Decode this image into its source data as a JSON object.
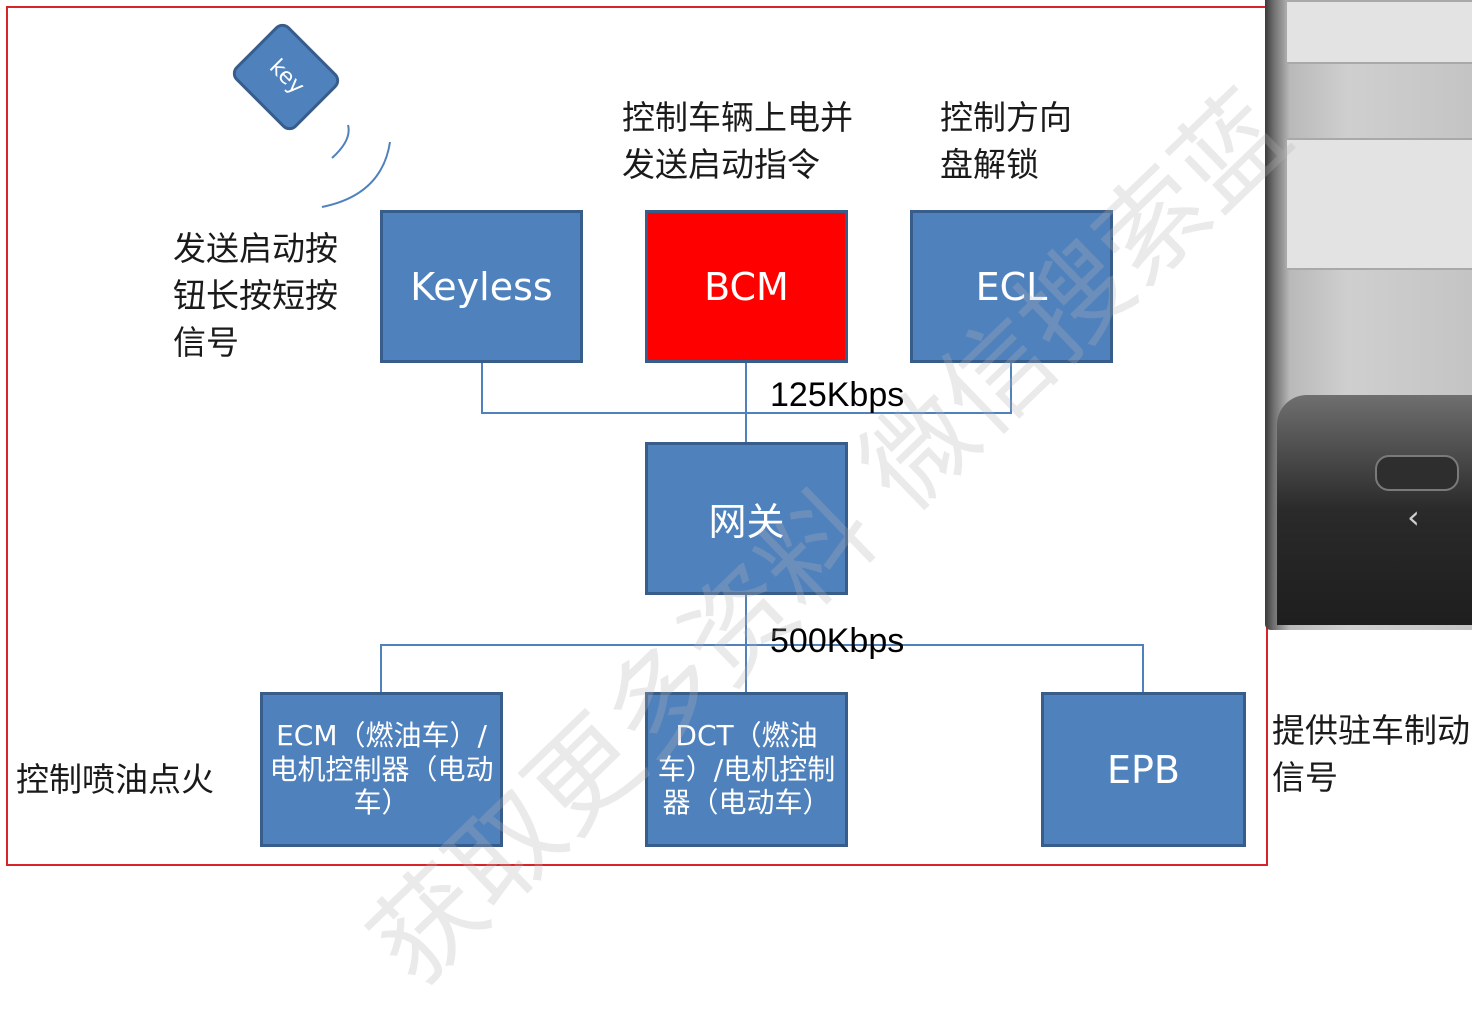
{
  "key_label": "key",
  "nodes": {
    "keyless": "Keyless",
    "bcm": "BCM",
    "ecl": "ECL",
    "gateway": "网关",
    "ecm": "ECM（燃油车）/电机控制器（电动车）",
    "dct": "DCT（燃油车）/电机控制器（电动车）",
    "epb": "EPB"
  },
  "annotations": {
    "keyless": "发送启动按\n钮长按短按\n信号",
    "bcm": "控制车辆上电并\n发送启动指令",
    "ecl": "控制方向\n盘解锁",
    "ecm": "控制喷油点火",
    "epb": "提供驻车制动\n信号"
  },
  "bus_rates": {
    "upper": "125Kbps",
    "lower": "500Kbps"
  },
  "watermark": "获取更多资料 微信搜索蓝"
}
